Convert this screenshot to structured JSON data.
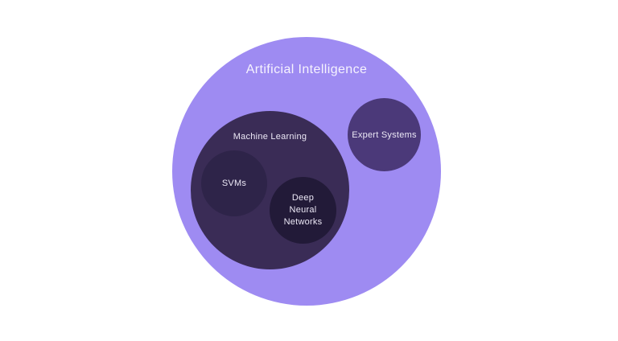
{
  "diagram": {
    "type": "nested-venn",
    "background": "#ffffff",
    "nodes": {
      "artificial_intelligence": {
        "label": "Artificial Intelligence",
        "color": "#9e8bf2",
        "text_color": "#f6f3fe",
        "contains": [
          "machine_learning",
          "expert_systems"
        ]
      },
      "machine_learning": {
        "label": "Machine Learning",
        "color": "#3a2c56",
        "text_color": "#ece8f6",
        "contains": [
          "svms",
          "deep_neural_networks"
        ]
      },
      "svms": {
        "label": "SVMs",
        "color": "#2e2449",
        "text_color": "#ece8f6",
        "contains": []
      },
      "deep_neural_networks": {
        "label": "Deep Neural Networks",
        "color": "#221a38",
        "text_color": "#ece8f6",
        "contains": []
      },
      "expert_systems": {
        "label": "Expert Systems",
        "color": "#4b3979",
        "text_color": "#ece8f6",
        "contains": []
      }
    }
  }
}
